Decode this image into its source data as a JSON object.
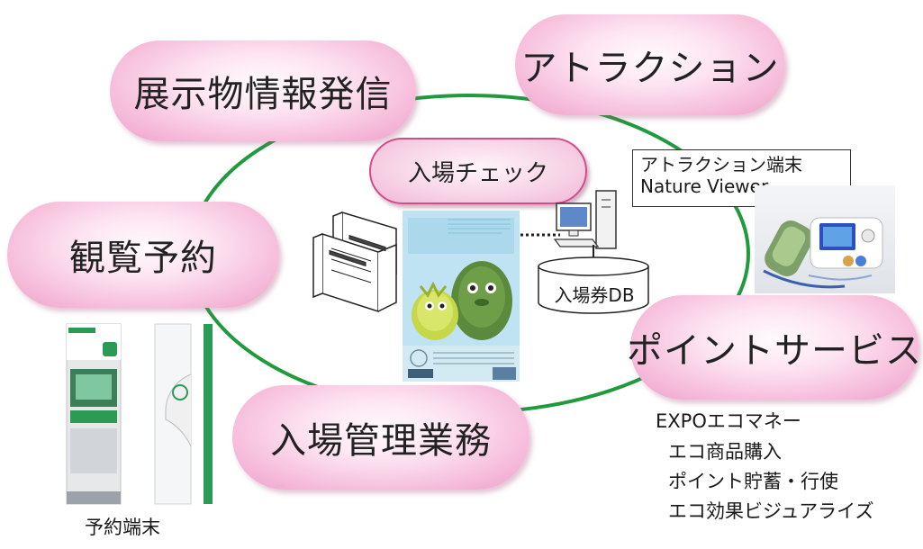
{
  "pills": {
    "exhibit_info": "展示物情報発信",
    "attraction": "アトラクション",
    "entry_check": "入場チェック",
    "reservation": "観覧予約",
    "point_service": "ポイントサービス",
    "entry_management": "入場管理業務"
  },
  "attraction_terminal": {
    "line1": "アトラクション端末",
    "line2": "Nature Viewer"
  },
  "ticket_db": "入場券DB",
  "eco_money": {
    "title": "EXPOエコマネー",
    "items": [
      "エコ商品購入",
      "ポイント貯蓄・行使",
      "エコ効果ビジュアライズ"
    ]
  },
  "reservation_terminal": "予約端末",
  "colors": {
    "ring": "#1f9a3c",
    "pill": "#f6bddb",
    "pill_border": "#d44b8c"
  },
  "icons": [
    "ticket-gate-icon",
    "server-computer-icon",
    "database-icon",
    "handheld-device-icon",
    "reservation-kiosk-icon"
  ]
}
